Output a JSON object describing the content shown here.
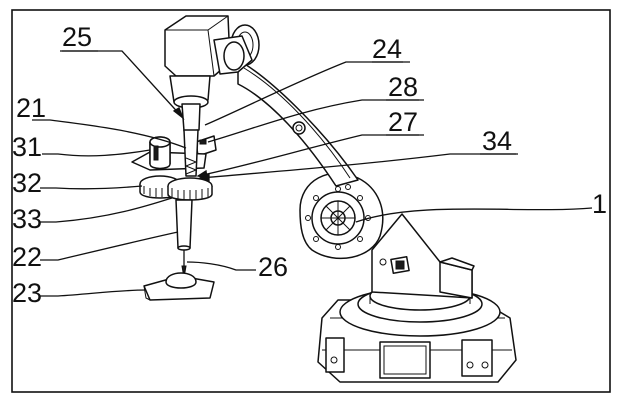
{
  "figure": {
    "labels": [
      {
        "id": "25",
        "text": "25"
      },
      {
        "id": "24",
        "text": "24"
      },
      {
        "id": "28",
        "text": "28"
      },
      {
        "id": "21",
        "text": "21"
      },
      {
        "id": "27",
        "text": "27"
      },
      {
        "id": "31",
        "text": "31"
      },
      {
        "id": "34",
        "text": "34"
      },
      {
        "id": "32",
        "text": "32"
      },
      {
        "id": "1",
        "text": "1"
      },
      {
        "id": "33",
        "text": "33"
      },
      {
        "id": "22",
        "text": "22"
      },
      {
        "id": "26",
        "text": "26"
      },
      {
        "id": "23",
        "text": "23"
      }
    ]
  }
}
